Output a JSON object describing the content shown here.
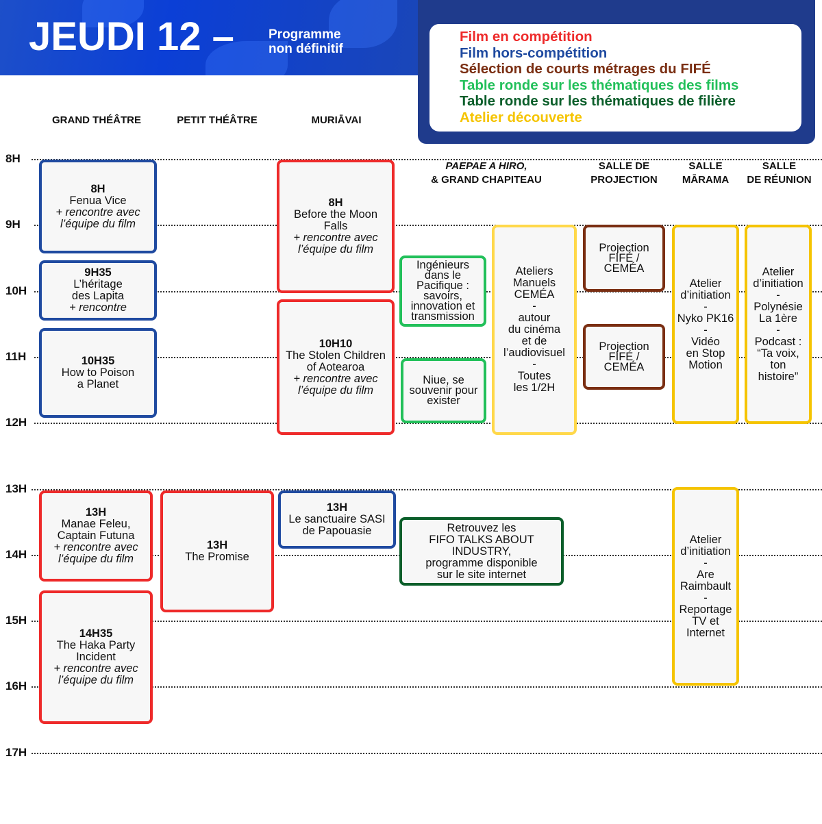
{
  "header": {
    "title": "JEUDI 12 –",
    "subtitle_line1": "Programme",
    "subtitle_line2": "non définitif"
  },
  "legend": [
    {
      "label": "Film en compétition",
      "color": "#ee2a2a"
    },
    {
      "label": "Film hors-compétition",
      "color": "#1f4aa0"
    },
    {
      "label": "Sélection de courts métrages du FIFÉ",
      "color": "#7a2e12"
    },
    {
      "label": "Table ronde sur les thématiques des films",
      "color": "#22c05a"
    },
    {
      "label": "Table ronde sur les thématiques de filière",
      "color": "#0b5e2a"
    },
    {
      "label": "Atelier découverte",
      "color": "#f5c400"
    }
  ],
  "venues": {
    "grand": "GRAND THÉÂTRE",
    "petit": "PETIT THÉÂTRE",
    "muriavai": "MURIĀVAI",
    "paepae1": "PAEPAE A HIRO,",
    "paepae2": "& GRAND CHAPITEAU",
    "proj1": "SALLE DE",
    "proj2": "PROJECTION",
    "marama1": "SALLE",
    "marama2": "MĀRAMA",
    "reunion1": "SALLE",
    "reunion2": "DE RÉUNION"
  },
  "hours": [
    "8H",
    "9H",
    "10H",
    "11H",
    "12H",
    "13H",
    "14H",
    "15H",
    "16H",
    "17H"
  ],
  "events": [
    {
      "venue": "GRAND THÉÂTRE",
      "color": "#1f4aa0",
      "lines": [
        {
          "t": "8H",
          "s": "b"
        },
        {
          "t": "Fenua Vice"
        },
        {
          "t": "+ rencontre avec",
          "s": "i"
        },
        {
          "t": "l’équipe du film",
          "s": "i"
        }
      ]
    },
    {
      "venue": "GRAND THÉÂTRE",
      "color": "#1f4aa0",
      "lines": [
        {
          "t": "9H35",
          "s": "b"
        },
        {
          "t": "L’héritage"
        },
        {
          "t": "des Lapita"
        },
        {
          "t": "+ rencontre",
          "s": "i"
        }
      ]
    },
    {
      "venue": "GRAND THÉÂTRE",
      "color": "#1f4aa0",
      "lines": [
        {
          "t": "10H35",
          "s": "b"
        },
        {
          "t": "How to Poison"
        },
        {
          "t": "a Planet"
        }
      ]
    },
    {
      "venue": "GRAND THÉÂTRE",
      "color": "#ee2a2a",
      "lines": [
        {
          "t": "13H",
          "s": "b"
        },
        {
          "t": "Manae Feleu,"
        },
        {
          "t": "Captain Futuna"
        },
        {
          "t": "+ rencontre avec",
          "s": "i"
        },
        {
          "t": "l’équipe du film",
          "s": "i"
        }
      ]
    },
    {
      "venue": "GRAND THÉÂTRE",
      "color": "#ee2a2a",
      "lines": [
        {
          "t": "14H35",
          "s": "b"
        },
        {
          "t": "The Haka Party"
        },
        {
          "t": "Incident"
        },
        {
          "t": "+ rencontre avec",
          "s": "i"
        },
        {
          "t": "l’équipe du film",
          "s": "i"
        }
      ]
    },
    {
      "venue": "PETIT THÉÂTRE",
      "color": "#ee2a2a",
      "lines": [
        {
          "t": "13H",
          "s": "b"
        },
        {
          "t": "The Promise"
        }
      ]
    },
    {
      "venue": "MURIĀVAI",
      "color": "#ee2a2a",
      "lines": [
        {
          "t": "8H",
          "s": "b"
        },
        {
          "t": "Before the Moon"
        },
        {
          "t": "Falls"
        },
        {
          "t": "+ rencontre avec",
          "s": "i"
        },
        {
          "t": "l’équipe du film",
          "s": "i"
        }
      ]
    },
    {
      "venue": "MURIĀVAI",
      "color": "#ee2a2a",
      "lines": [
        {
          "t": "10H10",
          "s": "b"
        },
        {
          "t": "The Stolen Children"
        },
        {
          "t": "of Aotearoa"
        },
        {
          "t": "+ rencontre avec",
          "s": "i"
        },
        {
          "t": "l’équipe du film",
          "s": "i"
        }
      ]
    },
    {
      "venue": "MURIĀVAI",
      "color": "#1f4aa0",
      "lines": [
        {
          "t": "13H",
          "s": "b"
        },
        {
          "t": "Le sanctuaire SASI"
        },
        {
          "t": "de Papouasie"
        }
      ]
    },
    {
      "venue": "PAEPAE",
      "color": "#22c05a",
      "lines": [
        {
          "t": "Ingénieurs"
        },
        {
          "t": "dans le"
        },
        {
          "t": "Pacifique :"
        },
        {
          "t": "savoirs,"
        },
        {
          "t": "innovation et"
        },
        {
          "t": "transmission"
        }
      ]
    },
    {
      "venue": "PAEPAE",
      "color": "#22c05a",
      "lines": [
        {
          "t": "Niue, se"
        },
        {
          "t": "souvenir pour"
        },
        {
          "t": "exister"
        }
      ]
    },
    {
      "venue": "PAEPAE",
      "color": "#ffd84a",
      "lines": [
        {
          "t": "Ateliers"
        },
        {
          "t": "Manuels"
        },
        {
          "t": "CEMÉA"
        },
        {
          "t": "-"
        },
        {
          "t": "autour"
        },
        {
          "t": "du cinéma"
        },
        {
          "t": "et de"
        },
        {
          "t": "l’audiovisuel"
        },
        {
          "t": "-"
        },
        {
          "t": "Toutes"
        },
        {
          "t": "les 1/2H"
        }
      ]
    },
    {
      "venue": "PAEPAE",
      "color": "#0b5e2a",
      "lines": [
        {
          "t": "Retrouvez les"
        },
        {
          "t": "FIFO TALKS ABOUT"
        },
        {
          "t": "INDUSTRY,"
        },
        {
          "t": "programme disponible"
        },
        {
          "t": "sur le site internet"
        }
      ]
    },
    {
      "venue": "SALLE DE PROJECTION",
      "color": "#7a2e12",
      "lines": [
        {
          "t": "Projection"
        },
        {
          "t": "FIFÉ /"
        },
        {
          "t": "CEMÉA"
        }
      ]
    },
    {
      "venue": "SALLE DE PROJECTION",
      "color": "#7a2e12",
      "lines": [
        {
          "t": "Projection"
        },
        {
          "t": "FIFÉ /"
        },
        {
          "t": "CEMÉA"
        }
      ]
    },
    {
      "venue": "SALLE MĀRAMA",
      "color": "#f5c400",
      "lines": [
        {
          "t": "Atelier"
        },
        {
          "t": "d’initiation"
        },
        {
          "t": "-"
        },
        {
          "t": "Nyko PK16"
        },
        {
          "t": "-"
        },
        {
          "t": "Vidéo"
        },
        {
          "t": "en Stop"
        },
        {
          "t": "Motion"
        }
      ]
    },
    {
      "venue": "SALLE MĀRAMA",
      "color": "#f5c400",
      "lines": [
        {
          "t": "Atelier"
        },
        {
          "t": "d’initiation"
        },
        {
          "t": "-"
        },
        {
          "t": "Are"
        },
        {
          "t": "Raimbault"
        },
        {
          "t": "-"
        },
        {
          "t": "Reportage"
        },
        {
          "t": "TV et"
        },
        {
          "t": "Internet"
        }
      ]
    },
    {
      "venue": "SALLE DE RÉUNION",
      "color": "#f5c400",
      "lines": [
        {
          "t": "Atelier"
        },
        {
          "t": "d’initiation"
        },
        {
          "t": "-"
        },
        {
          "t": "Polynésie"
        },
        {
          "t": "La 1ère"
        },
        {
          "t": "-"
        },
        {
          "t": "Podcast :"
        },
        {
          "t": "“Ta voix,"
        },
        {
          "t": "ton"
        },
        {
          "t": "histoire”"
        }
      ]
    }
  ]
}
